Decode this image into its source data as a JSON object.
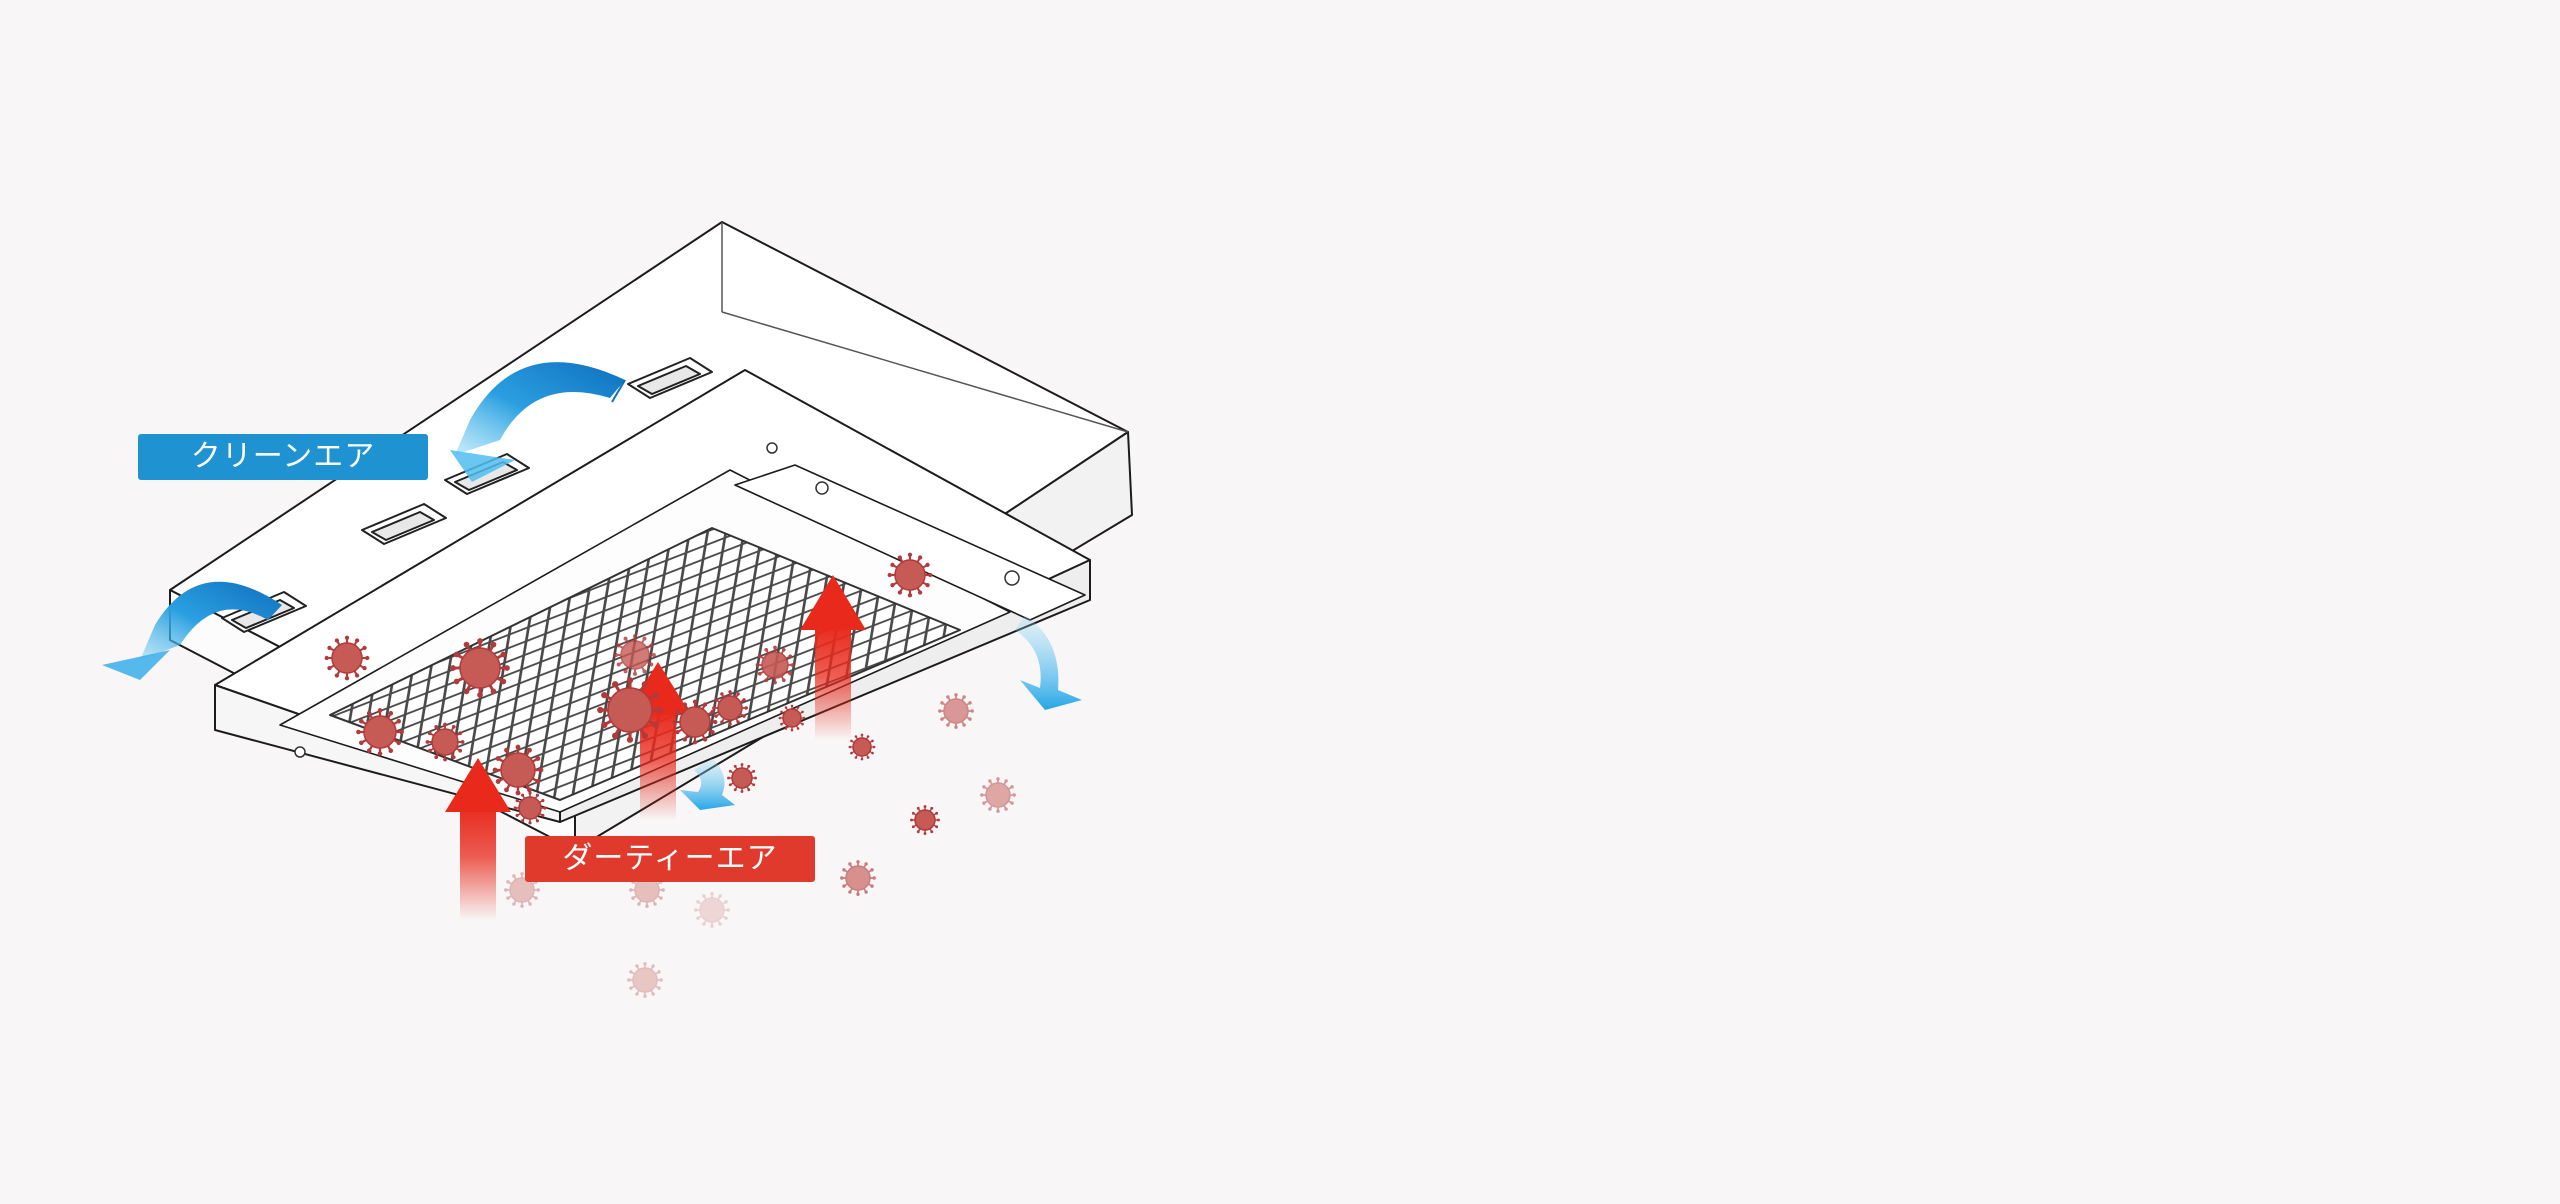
{
  "labels": {
    "clean_air": "クリーンエア",
    "dirty_air": "ダーティーエア"
  },
  "colors": {
    "background": "#f8f6f6",
    "clean_label": "#1f93d2",
    "dirty_label": "#e03a2c",
    "clean_arrow": "#1a78c2",
    "dirty_arrow": "#e8291c",
    "virus": "#b23a3a"
  },
  "icons": {
    "device": "ceiling-air-purifier",
    "clean_flow": "curved-arrow-icon",
    "dirty_flow": "up-arrow-icon",
    "particle": "virus-icon"
  }
}
